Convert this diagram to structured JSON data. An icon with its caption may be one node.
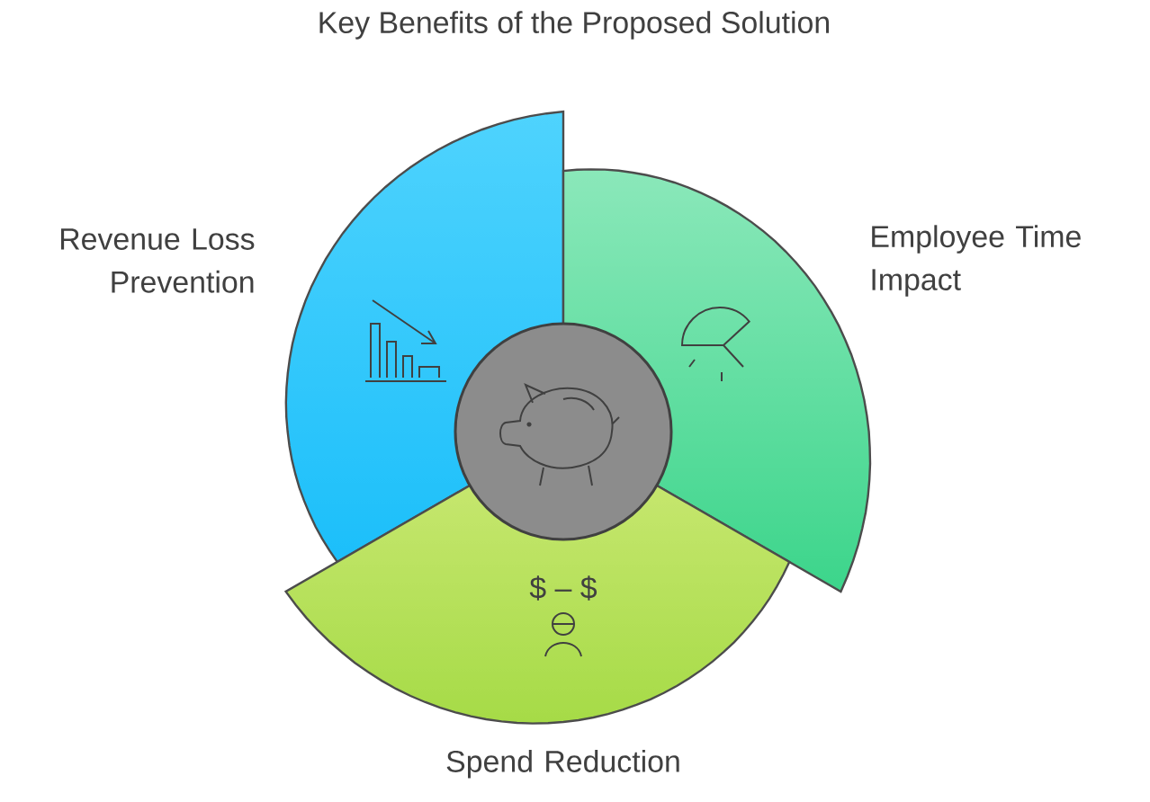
{
  "diagram": {
    "title": "Key Benefits of the Proposed Solution",
    "nodes": [
      {
        "text": [
          "Revenue Loss Prevention"
        ]
      },
      {
        "text": [
          "Employee Time Impact"
        ]
      },
      {
        "text": [
          "Spend Reduction"
        ]
      },
      {
        "text": [],
        "shape": "circle"
      }
    ],
    "labels": [
      "$ – $"
    ]
  }
}
